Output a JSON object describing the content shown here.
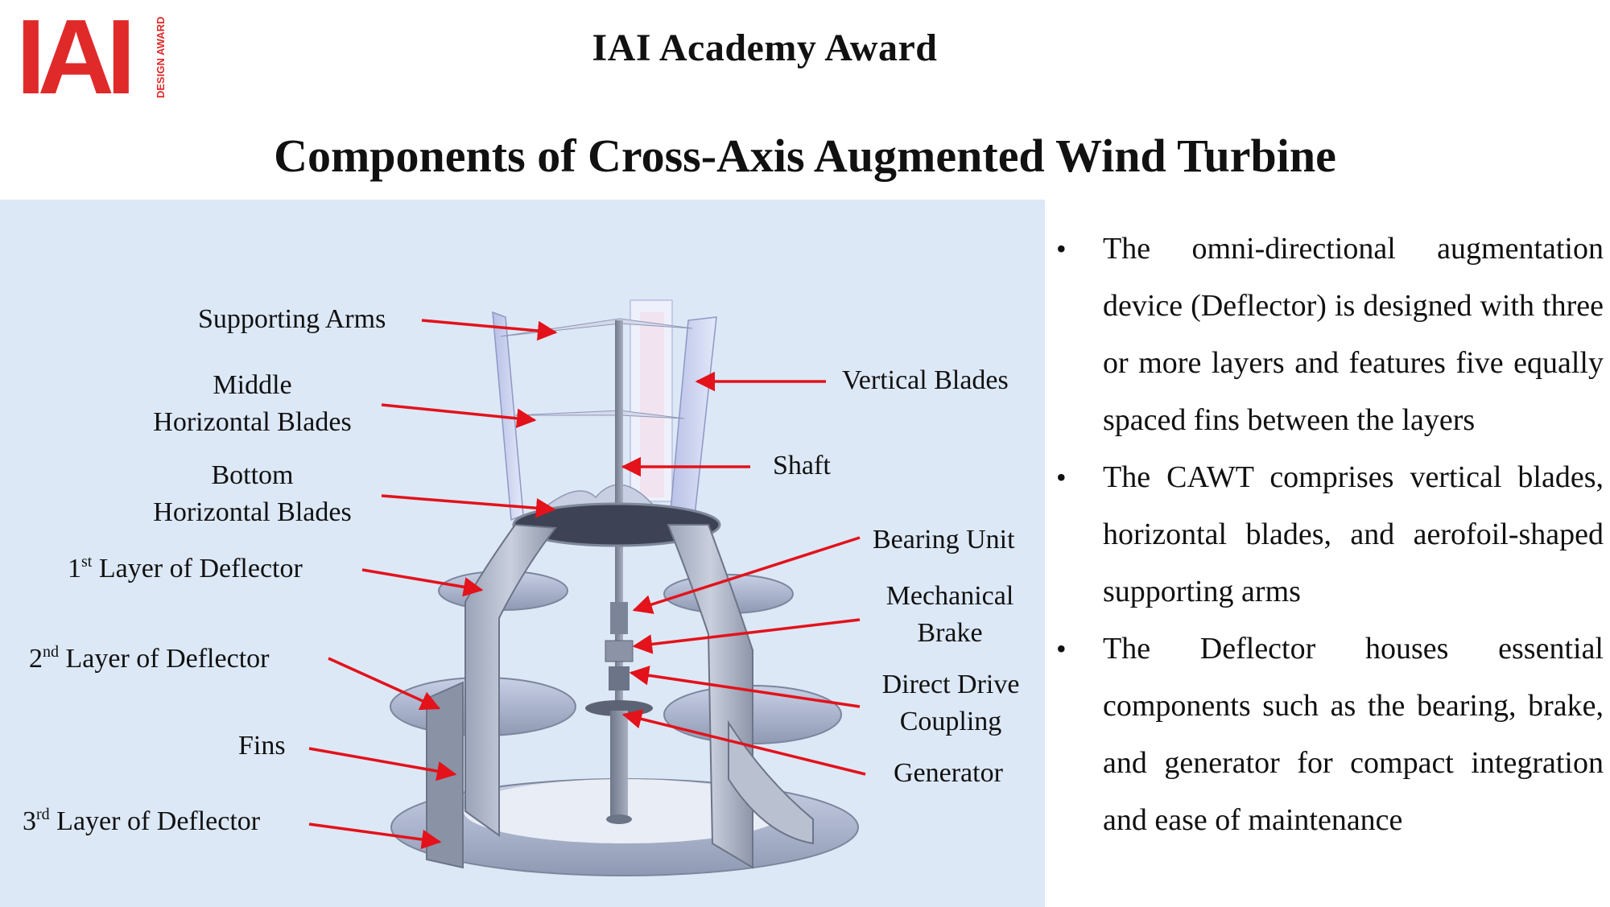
{
  "header": {
    "logo_text": "IAI",
    "logo_subtext": "DESIGN AWARD",
    "award_title": "IAI Academy Award",
    "main_title": "Components of Cross-Axis Augmented Wind Turbine"
  },
  "labels": {
    "supporting_arms": "Supporting Arms",
    "middle_blades_l1": "Middle",
    "middle_blades_l2": "Horizontal Blades",
    "bottom_blades_l1": "Bottom",
    "bottom_blades_l2": "Horizontal Blades",
    "layer1_num": "1",
    "layer1_sup": "st",
    "layer1_text": " Layer of Deflector",
    "layer2_num": "2",
    "layer2_sup": "nd",
    "layer2_text": " Layer of Deflector",
    "fins": "Fins",
    "layer3_num": "3",
    "layer3_sup": "rd",
    "layer3_text": " Layer of Deflector",
    "vertical_blades": "Vertical Blades",
    "shaft": "Shaft",
    "bearing_unit": "Bearing Unit",
    "mech_brake_l1": "Mechanical",
    "mech_brake_l2": "Brake",
    "coupling_l1": "Direct Drive",
    "coupling_l2": "Coupling",
    "generator": "Generator"
  },
  "bullets": [
    "The omni-directional augmentation device (Deflector) is designed with three or more layers and features five equally spaced fins between the layers",
    "The CAWT comprises vertical blades, horizontal blades, and aerofoil-shaped supporting arms",
    "The Deflector houses essential components such as the bearing, brake, and generator for compact integration and ease of maintenance"
  ],
  "colors": {
    "logo_red": "#e02a2a",
    "arrow_red": "#e3121b",
    "panel_bg": "#dce8f6"
  },
  "bullet_symbol": "•"
}
